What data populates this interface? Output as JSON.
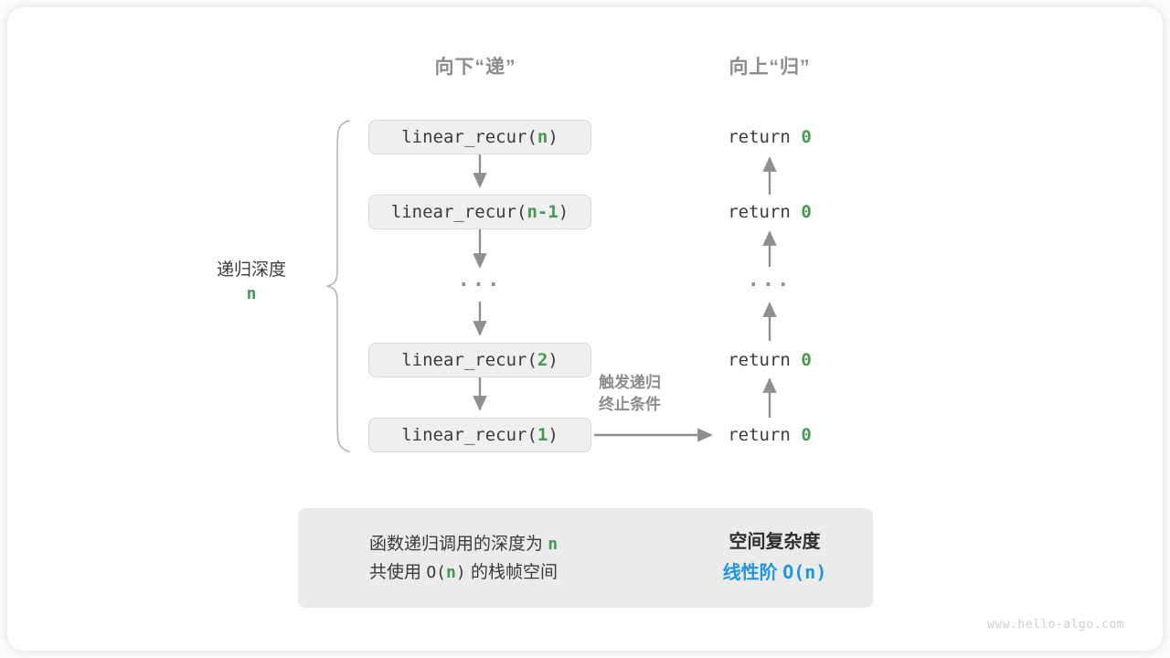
{
  "headers": {
    "down": "向下“递”",
    "up": "向上“归”"
  },
  "depth_bracket": {
    "label": "递归深度",
    "value": "n"
  },
  "call_frames": [
    {
      "prefix": "linear_recur(",
      "arg": "n",
      "suffix": ")"
    },
    {
      "prefix": "linear_recur(",
      "arg": "n-1",
      "suffix": ")"
    },
    {
      "prefix": "linear_recur(",
      "arg": "2",
      "suffix": ")"
    },
    {
      "prefix": "linear_recur(",
      "arg": "1",
      "suffix": ")"
    }
  ],
  "ellipsis": "···",
  "returns": [
    {
      "keyword": "return ",
      "value": "0"
    },
    {
      "keyword": "return ",
      "value": "0"
    },
    {
      "keyword": "return ",
      "value": "0"
    },
    {
      "keyword": "return ",
      "value": "0"
    }
  ],
  "trigger_note": {
    "line1": "触发递归",
    "line2": "终止条件"
  },
  "summary": {
    "line1_a": "函数递归调用的深度为 ",
    "line1_hl": "n",
    "line2_a": "共使用 ",
    "line2_mono": "O(",
    "line2_hl": "n",
    "line2_b": ")",
    "line2_c": " 的栈帧空间",
    "arrow": "right-arrow-icon",
    "title": "空间复杂度",
    "value_cn": "线性阶 ",
    "value_mono_a": "O(",
    "value_mono_hl": "n",
    "value_mono_b": ")"
  },
  "watermark": "www.hello-algo.com",
  "colors": {
    "accent_green": "#47994f",
    "accent_blue": "#2196dd",
    "gray_text": "#8c8c8c",
    "box_fill": "#efefef",
    "panel_fill": "#ebebeb",
    "arrow_gray": "#8f8f8f"
  },
  "diagram_data": {
    "type": "diagram",
    "topic": "linear recursion stack depth",
    "depth": "n",
    "space_complexity": "O(n)"
  }
}
